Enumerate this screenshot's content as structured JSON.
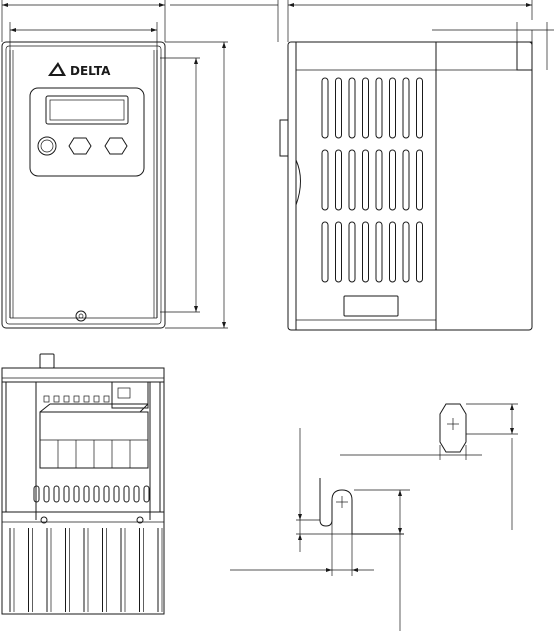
{
  "drawing": {
    "type": "technical-outline",
    "views": [
      "front-view",
      "side-view",
      "bottom-view",
      "mounting-slot-detail"
    ]
  },
  "brand": {
    "logo_text": "DELTA"
  },
  "colors": {
    "line": "#1a1a1a",
    "background": "#ffffff"
  }
}
